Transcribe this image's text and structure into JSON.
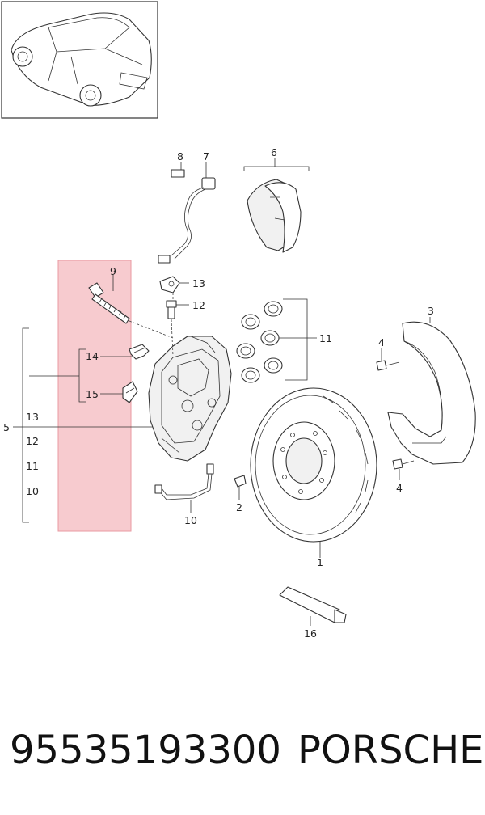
{
  "callouts": {
    "c1": "1",
    "c2": "2",
    "c3": "3",
    "c4a": "4",
    "c4b": "4",
    "c5": "5",
    "c6": "6",
    "c7": "7",
    "c8": "8",
    "c9": "9",
    "c10": "10",
    "c10b": "10",
    "c11": "11",
    "c11b": "11",
    "c12": "12",
    "c12b": "12",
    "c13": "13",
    "c13b": "13",
    "c14": "14",
    "c15": "15",
    "c16": "16"
  },
  "footer": {
    "part_number": "95535193300",
    "brand": "PORSCHE"
  },
  "colors": {
    "highlight_fill": "#f6c6ca",
    "highlight_stroke": "#e07b85",
    "ink": "#333333"
  }
}
